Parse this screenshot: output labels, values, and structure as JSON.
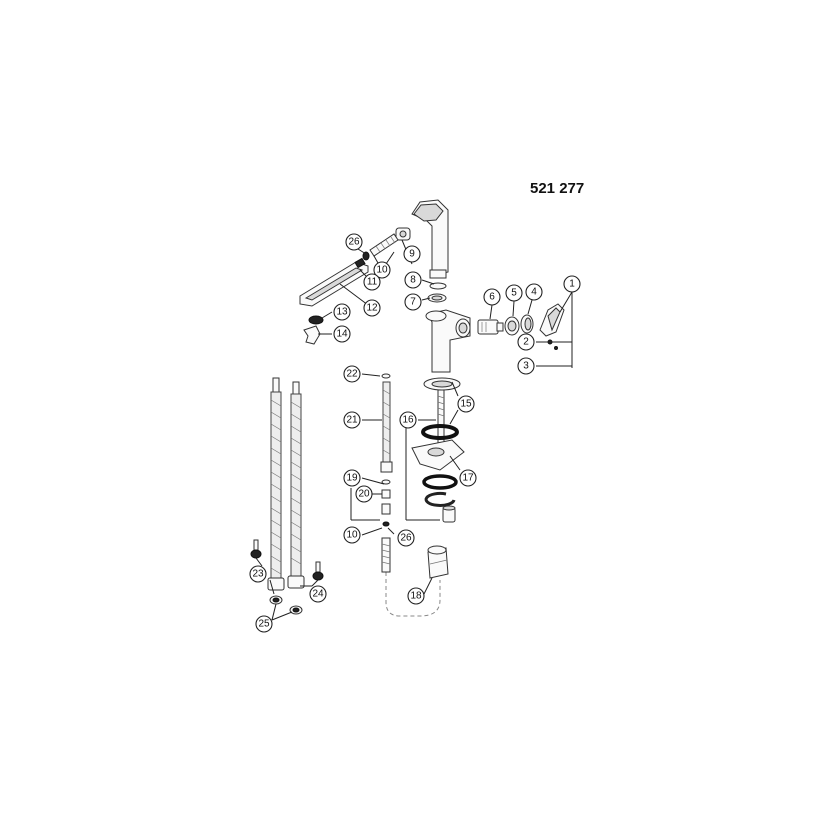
{
  "part_number": "521 277",
  "callouts": [
    {
      "id": "c1",
      "label": "1"
    },
    {
      "id": "c2",
      "label": "2"
    },
    {
      "id": "c3",
      "label": "3"
    },
    {
      "id": "c4",
      "label": "4"
    },
    {
      "id": "c5",
      "label": "5"
    },
    {
      "id": "c6",
      "label": "6"
    },
    {
      "id": "c7",
      "label": "7"
    },
    {
      "id": "c8",
      "label": "8"
    },
    {
      "id": "c9",
      "label": "9"
    },
    {
      "id": "c10a",
      "label": "10"
    },
    {
      "id": "c11",
      "label": "11"
    },
    {
      "id": "c12",
      "label": "12"
    },
    {
      "id": "c13",
      "label": "13"
    },
    {
      "id": "c14",
      "label": "14"
    },
    {
      "id": "c15",
      "label": "15"
    },
    {
      "id": "c16",
      "label": "16"
    },
    {
      "id": "c17",
      "label": "17"
    },
    {
      "id": "c18",
      "label": "18"
    },
    {
      "id": "c19",
      "label": "19"
    },
    {
      "id": "c20",
      "label": "20"
    },
    {
      "id": "c21",
      "label": "21"
    },
    {
      "id": "c22",
      "label": "22"
    },
    {
      "id": "c23",
      "label": "23"
    },
    {
      "id": "c24",
      "label": "24"
    },
    {
      "id": "c25",
      "label": "25"
    },
    {
      "id": "c26a",
      "label": "26"
    },
    {
      "id": "c10b",
      "label": "10"
    },
    {
      "id": "c26b",
      "label": "26"
    }
  ]
}
